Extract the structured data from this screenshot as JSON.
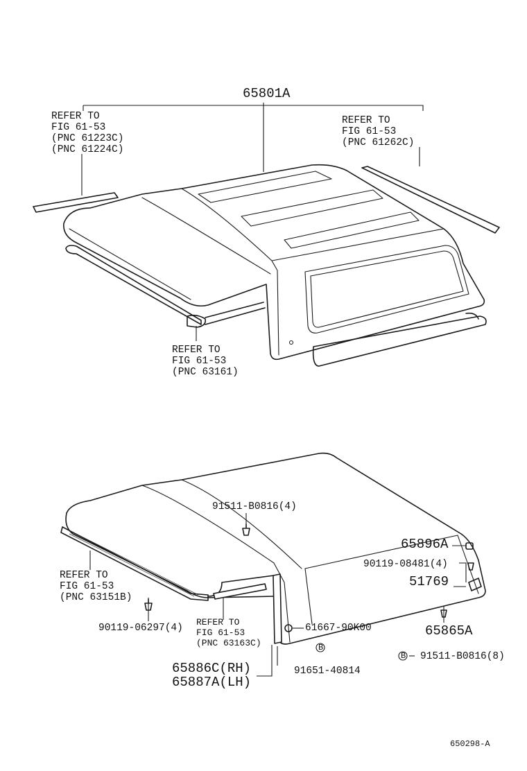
{
  "top": {
    "main_part": "65801A",
    "refer_left": "REFER TO\nFIG 61-53\n(PNC 61223C)\n(PNC 61224C)",
    "refer_right": "REFER TO\nFIG 61-53\n(PNC 61262C)",
    "refer_bottom": "REFER TO\nFIG 61-53\n(PNC 63161)"
  },
  "bottom": {
    "part_91511_top": "91511-B0816(4)",
    "part_65896A": "65896A",
    "part_90119_08481": "90119-08481(4)",
    "part_51769": "51769",
    "part_65865A": "65865A",
    "part_91511_bottom": "91511-B0816(8)",
    "part_61667": "61667-90K00",
    "part_91651": "91651-40814",
    "part_90119_06297": "90119-06297(4)",
    "part_65886C": "65886C(RH)",
    "part_65887A": "65887A(LH)",
    "refer_left": "REFER TO\nFIG 61-53\n(PNC 63151B)",
    "refer_mid": "REFER TO\nFIG 61-53\n(PNC 63163C)",
    "circle_letter": "B"
  },
  "footer": {
    "drawing_code": "650298-A"
  }
}
